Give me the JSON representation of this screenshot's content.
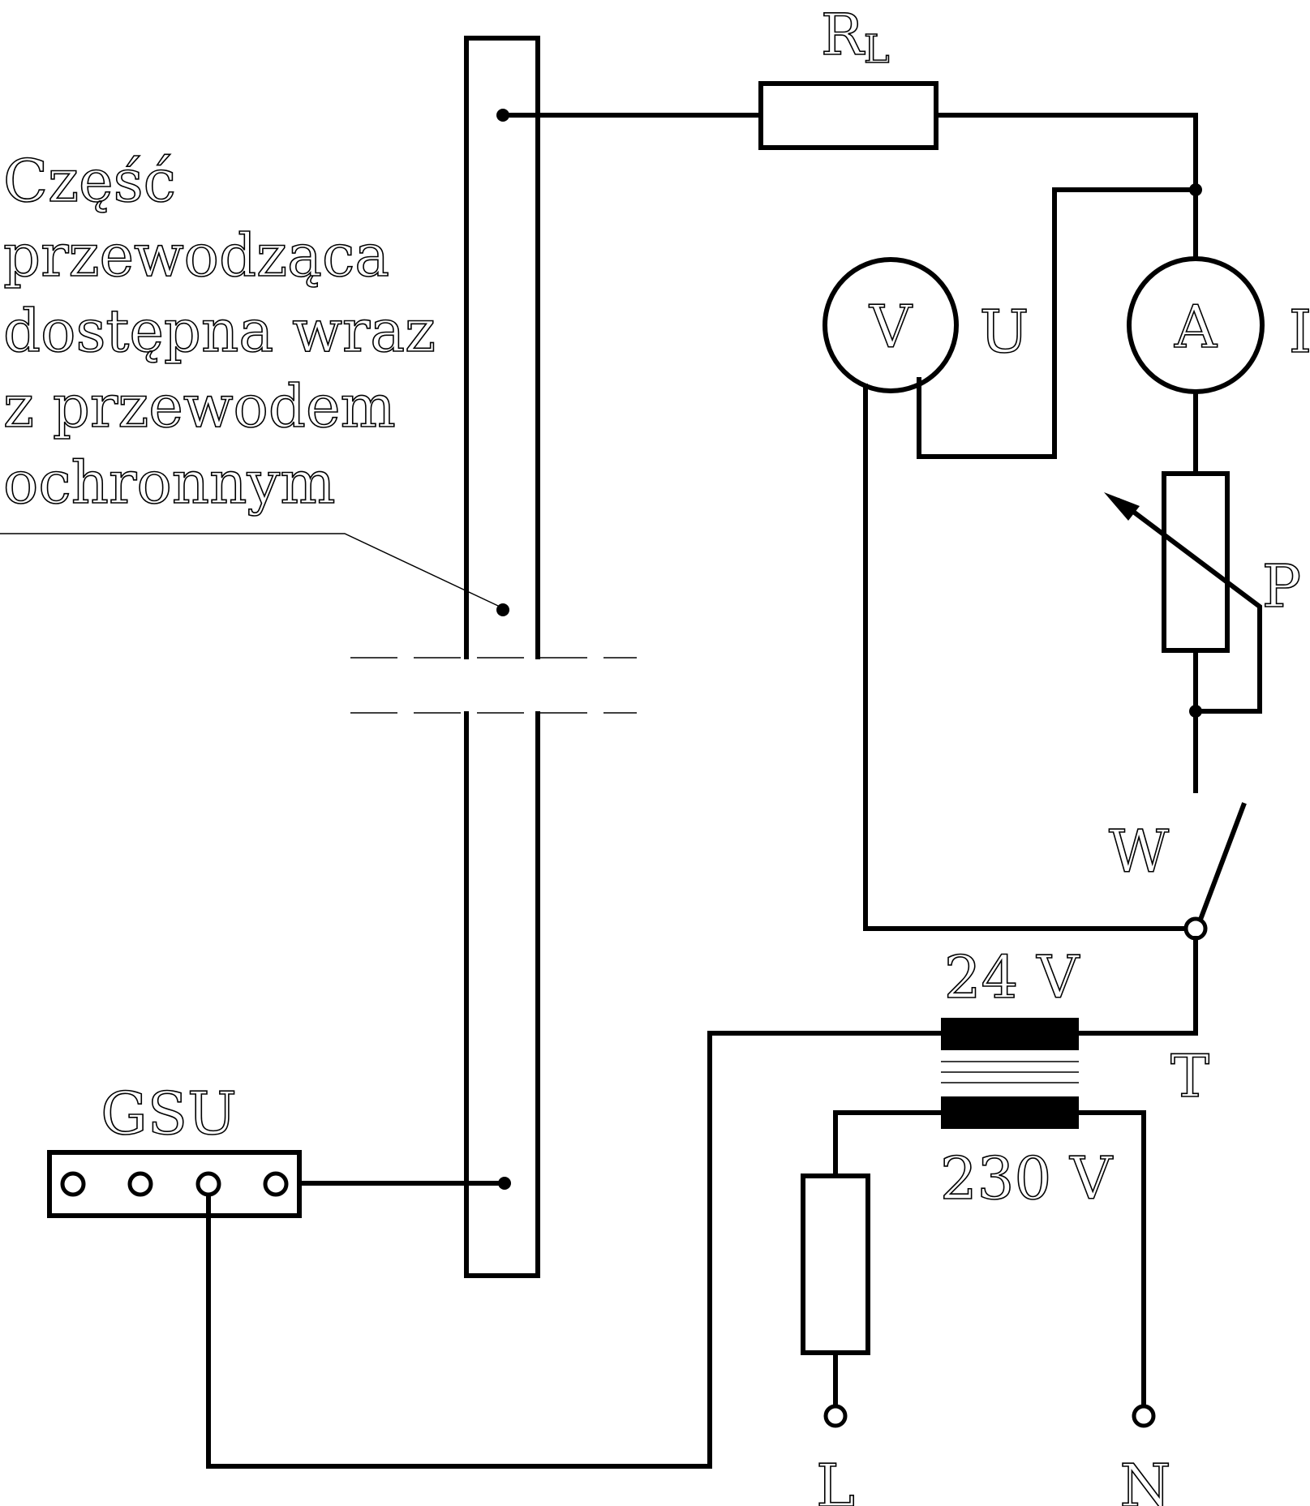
{
  "labels": {
    "resistor_main": "R",
    "resistor_sub": "L",
    "voltmeter": "V",
    "ammeter": "A",
    "voltage": "U",
    "current": "I",
    "potentiometer": "P",
    "switch": "W",
    "transformer": "T",
    "secondary_voltage": "24 V",
    "primary_voltage": "230 V",
    "terminal_block": "GSU",
    "line": "L",
    "neutral": "N"
  },
  "description_lines": [
    "Część",
    "przewodząca",
    "dostępna wraz",
    "z przewodem",
    "ochronnym"
  ]
}
